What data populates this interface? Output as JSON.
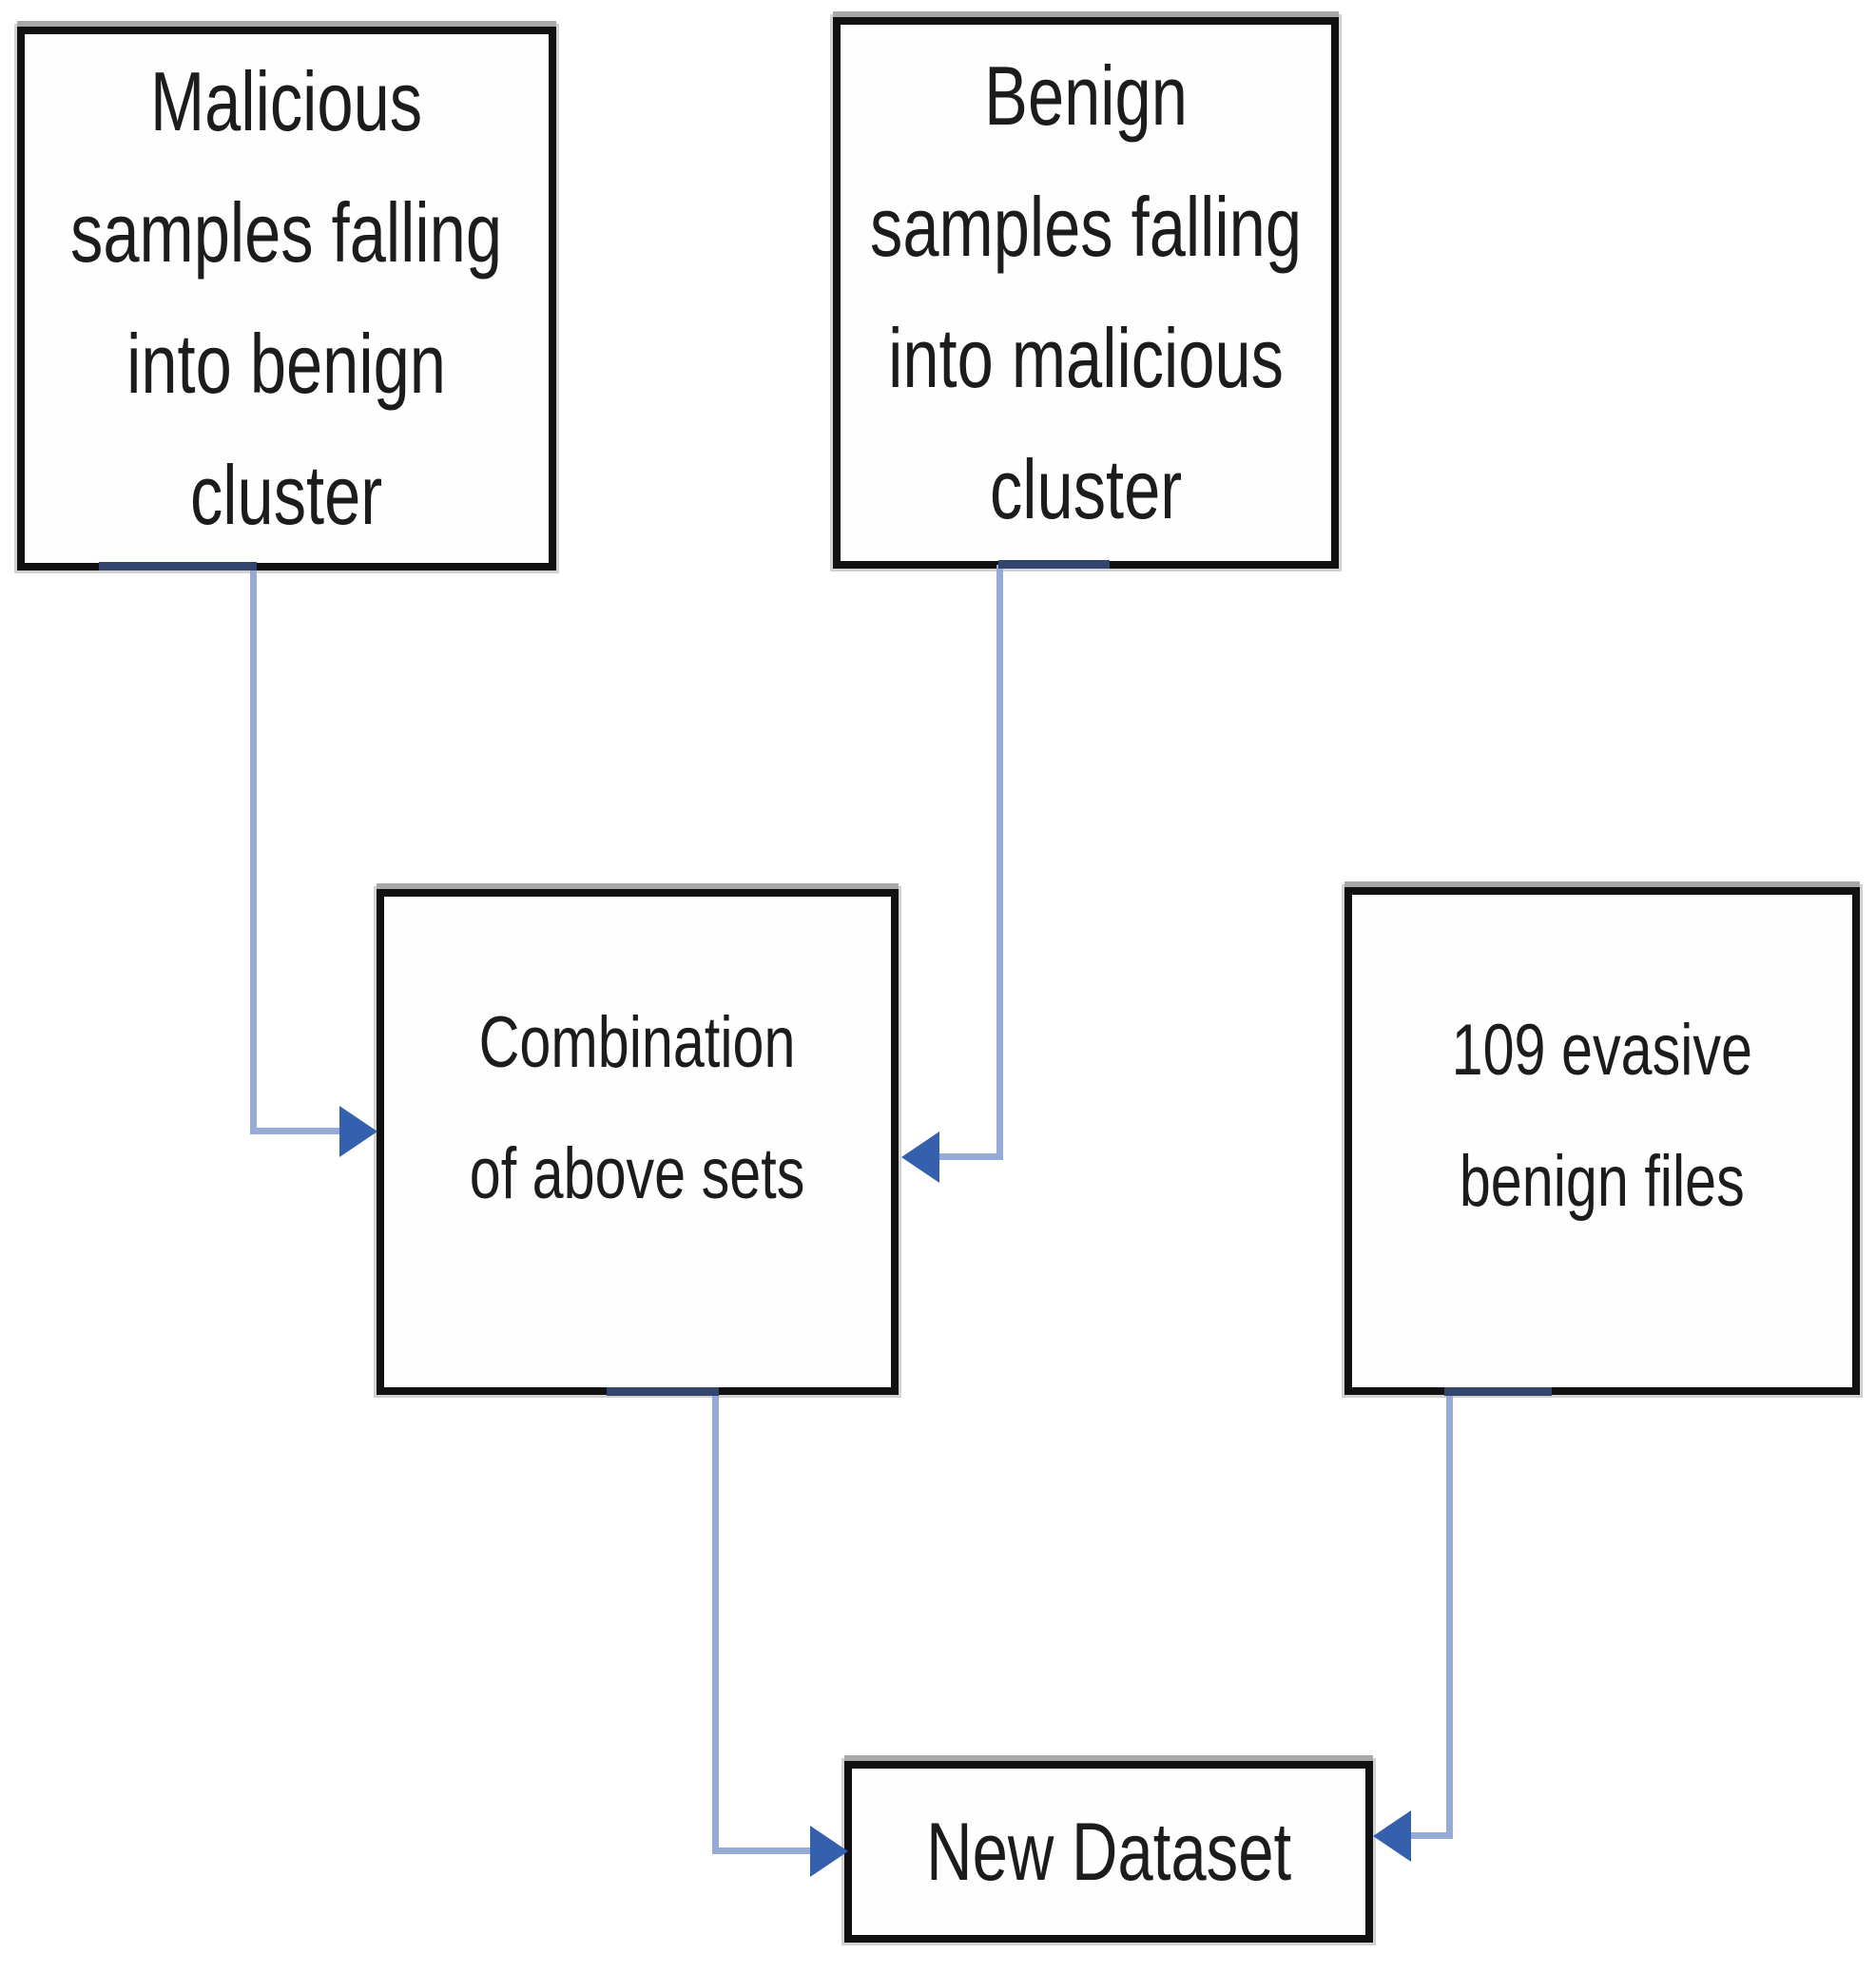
{
  "diagram": {
    "type": "flowchart",
    "nodes": [
      {
        "id": "malicious-into-benign",
        "lines": [
          "Malicious",
          "samples falling",
          "into benign",
          "cluster"
        ]
      },
      {
        "id": "benign-into-malicious",
        "lines": [
          "Benign",
          "samples falling",
          "into malicious",
          "cluster"
        ]
      },
      {
        "id": "combination",
        "lines": [
          "Combination",
          "of above sets"
        ]
      },
      {
        "id": "evasive-benign-files",
        "lines": [
          "109 evasive",
          "benign files"
        ]
      },
      {
        "id": "new-dataset",
        "lines": [
          "New Dataset"
        ]
      }
    ],
    "edges": [
      {
        "from": "malicious-into-benign",
        "to": "combination",
        "enters": "left"
      },
      {
        "from": "benign-into-malicious",
        "to": "combination",
        "enters": "right"
      },
      {
        "from": "combination",
        "to": "new-dataset",
        "enters": "left"
      },
      {
        "from": "evasive-benign-files",
        "to": "new-dataset",
        "enters": "right"
      }
    ],
    "colors": {
      "box_border": "#111111",
      "box_fill": "#fefefe",
      "text": "#1c1c1c",
      "connector_line": "#96aad7",
      "arrowhead": "#3560ad",
      "connector_border_overlap": "#31456e",
      "border_shadow": "#a8a8a8"
    }
  }
}
